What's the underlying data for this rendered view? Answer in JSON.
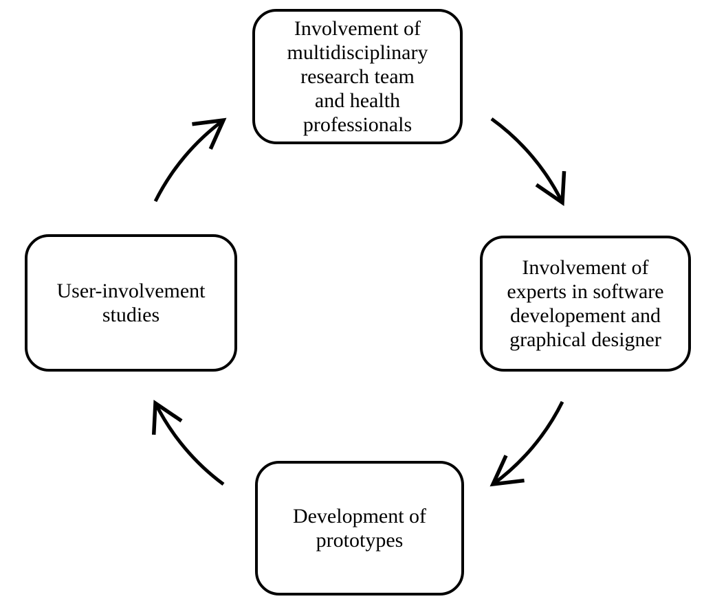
{
  "diagram": {
    "type": "cycle",
    "direction": "clockwise",
    "nodes": [
      {
        "id": "top",
        "label": "Involvement of\nmultidisciplinary\nresearch team\nand health\nprofessionals"
      },
      {
        "id": "right",
        "label": "Involvement of\nexperts in software\ndevelopement and\ngraphical designer"
      },
      {
        "id": "bottom",
        "label": "Development of\nprototypes"
      },
      {
        "id": "left",
        "label": "User-involvement\nstudies"
      }
    ],
    "connections": [
      {
        "from": "top",
        "to": "right"
      },
      {
        "from": "right",
        "to": "bottom"
      },
      {
        "from": "bottom",
        "to": "left"
      },
      {
        "from": "left",
        "to": "top"
      }
    ],
    "colors": {
      "background": "#ffffff",
      "box_fill": "#ffffff",
      "box_border": "#000000",
      "arrow": "#000000"
    }
  }
}
